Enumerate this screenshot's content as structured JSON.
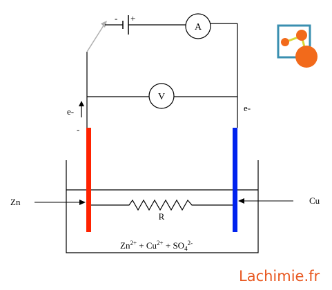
{
  "ammeter": {
    "symbol": "A"
  },
  "voltmeter": {
    "symbol": "V"
  },
  "battery": {
    "minus": "-",
    "plus": "+"
  },
  "resistor": {
    "symbol": "R"
  },
  "left_electrode": {
    "name": "Zn",
    "electron_label": "e-",
    "polarity": "-",
    "color": "#ff2200"
  },
  "right_electrode": {
    "name": "Cu",
    "electron_label": "e-",
    "color": "#0022ee"
  },
  "solution": {
    "parts": [
      "Zn",
      "2+",
      " + Cu",
      "2+",
      " + SO",
      "4",
      "2-"
    ]
  },
  "brand": {
    "text": "Lachimie.fr",
    "color": "#e8571f",
    "logo_colors": {
      "frame": "#3a8fb0",
      "ball": "#f26a1b",
      "link": "#d8d834"
    }
  }
}
